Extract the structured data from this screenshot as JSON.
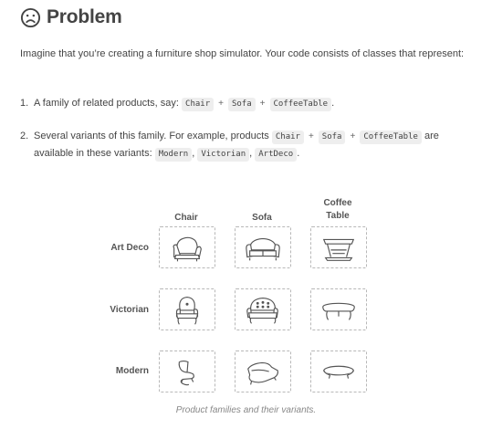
{
  "heading": {
    "icon": "frown-face-icon",
    "text": "Problem"
  },
  "intro": "Imagine that you’re creating a furniture shop simulator. Your code consists of classes that represent:",
  "list": [
    {
      "num": "1.",
      "text": "A family of related products, say:",
      "products": [
        "Chair",
        "Sofa",
        "CoffeeTable"
      ],
      "end": "."
    },
    {
      "num": "2.",
      "text": "Several variants of this family. For example, products",
      "products": [
        "Chair",
        "Sofa",
        "CoffeeTable"
      ],
      "mid": "are available in these variants:",
      "variants": [
        "Modern",
        "Victorian",
        "ArtDeco"
      ],
      "end": "."
    }
  ],
  "diagram": {
    "columns": [
      "Chair",
      "Sofa",
      "Coffee Table"
    ],
    "rows": [
      "Art Deco",
      "Victorian",
      "Modern"
    ],
    "icons": [
      [
        "art-deco-chair-icon",
        "art-deco-sofa-icon",
        "art-deco-coffee-table-icon"
      ],
      [
        "victorian-chair-icon",
        "victorian-sofa-icon",
        "victorian-coffee-table-icon"
      ],
      [
        "modern-chair-icon",
        "modern-sofa-icon",
        "modern-coffee-table-icon"
      ]
    ]
  },
  "caption": "Product families and their variants."
}
